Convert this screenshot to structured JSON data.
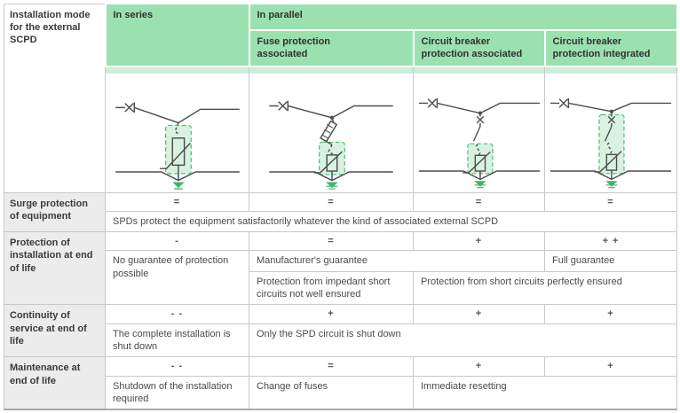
{
  "table": {
    "corner_label": "Installation mode for the external SCPD",
    "header": {
      "in_series": "In series",
      "in_parallel": "In parallel",
      "sub": [
        "Fuse protection associated",
        "Circuit breaker protection associated",
        "Circuit breaker protection integrated"
      ]
    },
    "diagrams": [
      "spd-with-series-scpd-circuit",
      "spd-parallel-fuse-protection-circuit",
      "spd-parallel-circuit-breaker-circuit",
      "spd-integrated-circuit-breaker-circuit"
    ],
    "rows": [
      {
        "label": "Surge protection of equipment",
        "ratings": [
          "=",
          "=",
          "=",
          "="
        ],
        "note": "SPDs protect the equipment satisfactorily whatever the kind of associated external SCPD"
      },
      {
        "label": "Protection of installation at end of life",
        "ratings": [
          "-",
          "=",
          "+",
          "+ +"
        ],
        "notes": {
          "no_guarantee": "No guarantee of protection possible",
          "manufacturer": "Manufacturer's guarantee",
          "full": "Full guarantee",
          "impedant": "Protection from impedant short circuits not well ensured",
          "perfect": "Protection from short circuits perfectly ensured"
        }
      },
      {
        "label": "Continuity of service at end of life",
        "ratings": [
          "- -",
          "+",
          "+",
          "+"
        ],
        "notes": {
          "complete": "The complete installation is shut down",
          "spd_only": "Only the SPD circuit is shut down"
        }
      },
      {
        "label": "Maintenance at end of life",
        "ratings": [
          "- -",
          "=",
          "+",
          "+"
        ],
        "notes": {
          "shutdown": "Shutdown of the installation required",
          "fuses": "Change of fuses",
          "reset": "Immediate resetting"
        }
      }
    ]
  },
  "colors": {
    "header_green": "#9be1b0",
    "strip_green": "#cdeed8",
    "row_label_gray": "#ececec",
    "spd_highlight_fill": "#d9f2e0",
    "spd_highlight_border": "#4fbe77",
    "earth_green": "#3cb56d",
    "wire_gray": "#4d4d4d",
    "border_gray": "#c9c9c9"
  }
}
